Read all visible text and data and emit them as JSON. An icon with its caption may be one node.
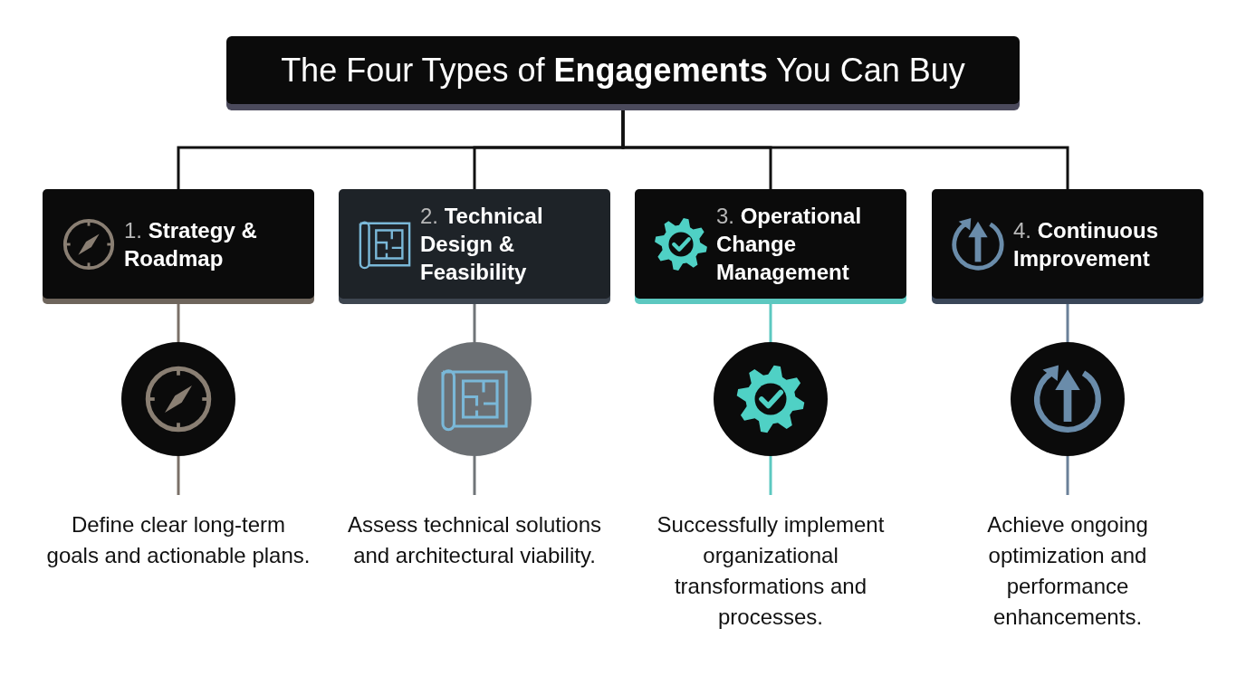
{
  "diagram": {
    "nodes": [
      {
        "text": [
          "The Four Types of **Engagements** You Can Buy"
        ]
      },
      {
        "text": [
          "1. **Strategy & Roadmap**"
        ]
      },
      {
        "text": [
          "2. **Technical Design & Feasibility**"
        ]
      },
      {
        "text": [
          "3. **Operational Change Management**"
        ]
      },
      {
        "text": [
          "4. **Continuous Improvement**"
        ]
      },
      {
        "text": [],
        "shape": "circle"
      },
      {
        "text": [],
        "shape": "circle"
      },
      {
        "text": [],
        "shape": "circle"
      },
      {
        "text": [],
        "shape": "circle"
      },
      {
        "text": [
          "Define clear long-term goals and actionable plans."
        ]
      },
      {
        "text": [
          "Assess technical solutions and architectural viability."
        ]
      },
      {
        "text": [
          "Successfully implement organizational transformations and processes."
        ]
      },
      {
        "text": [
          "Achieve ongoing optimization and performance enhancements."
        ]
      }
    ],
    "edges": [
      {
        "from": 0,
        "to": 1,
        "arrow": "none"
      },
      {
        "from": 0,
        "to": 2,
        "arrow": "none"
      },
      {
        "from": 0,
        "to": 3,
        "arrow": "none"
      },
      {
        "from": 0,
        "to": 4,
        "arrow": "none"
      },
      {
        "from": 1,
        "to": 5,
        "arrow": "none",
        "color": "#7a7068"
      },
      {
        "from": 5,
        "to": 9,
        "arrow": "none",
        "color": "#7a7068"
      },
      {
        "from": 2,
        "to": 6,
        "arrow": "none",
        "color": "#707478"
      },
      {
        "from": 6,
        "to": 10,
        "arrow": "none",
        "color": "#707478"
      },
      {
        "from": 3,
        "to": 7,
        "arrow": "none",
        "color": "#5cc8c0"
      },
      {
        "from": 7,
        "to": 11,
        "arrow": "none",
        "color": "#5cc8c0"
      },
      {
        "from": 4,
        "to": 8,
        "arrow": "none",
        "color": "#6a8098"
      },
      {
        "from": 8,
        "to": 12,
        "arrow": "none",
        "color": "#6a8098"
      }
    ]
  }
}
